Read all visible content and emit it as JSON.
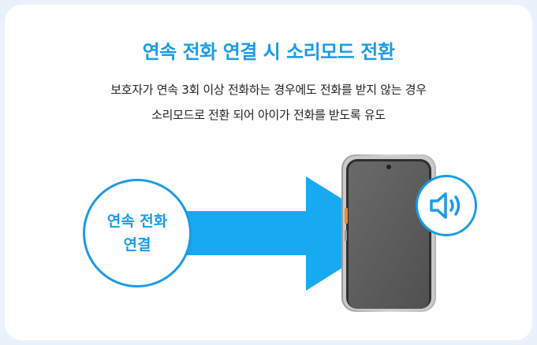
{
  "title": "연속 전화 연결 시 소리모드 전환",
  "description": {
    "line1": "보호자가 연속 3회 이상 전화하는 경우에도 전화를 받지 않는 경우",
    "line2": "소리모드로 전환 되어 아이가 전화를 받도록 유도"
  },
  "bubble": {
    "line1": "연속 전화",
    "line2": "연결"
  },
  "icons": [
    "arrow-right-icon",
    "smartphone-icon",
    "speaker-volume-icon"
  ],
  "colors": {
    "accent": "#1a9be8",
    "arrow": "#17aaf0",
    "background": "#e9f2fb",
    "phone_screen": "#5b5b5b",
    "phone_button": "#f08a2a"
  }
}
